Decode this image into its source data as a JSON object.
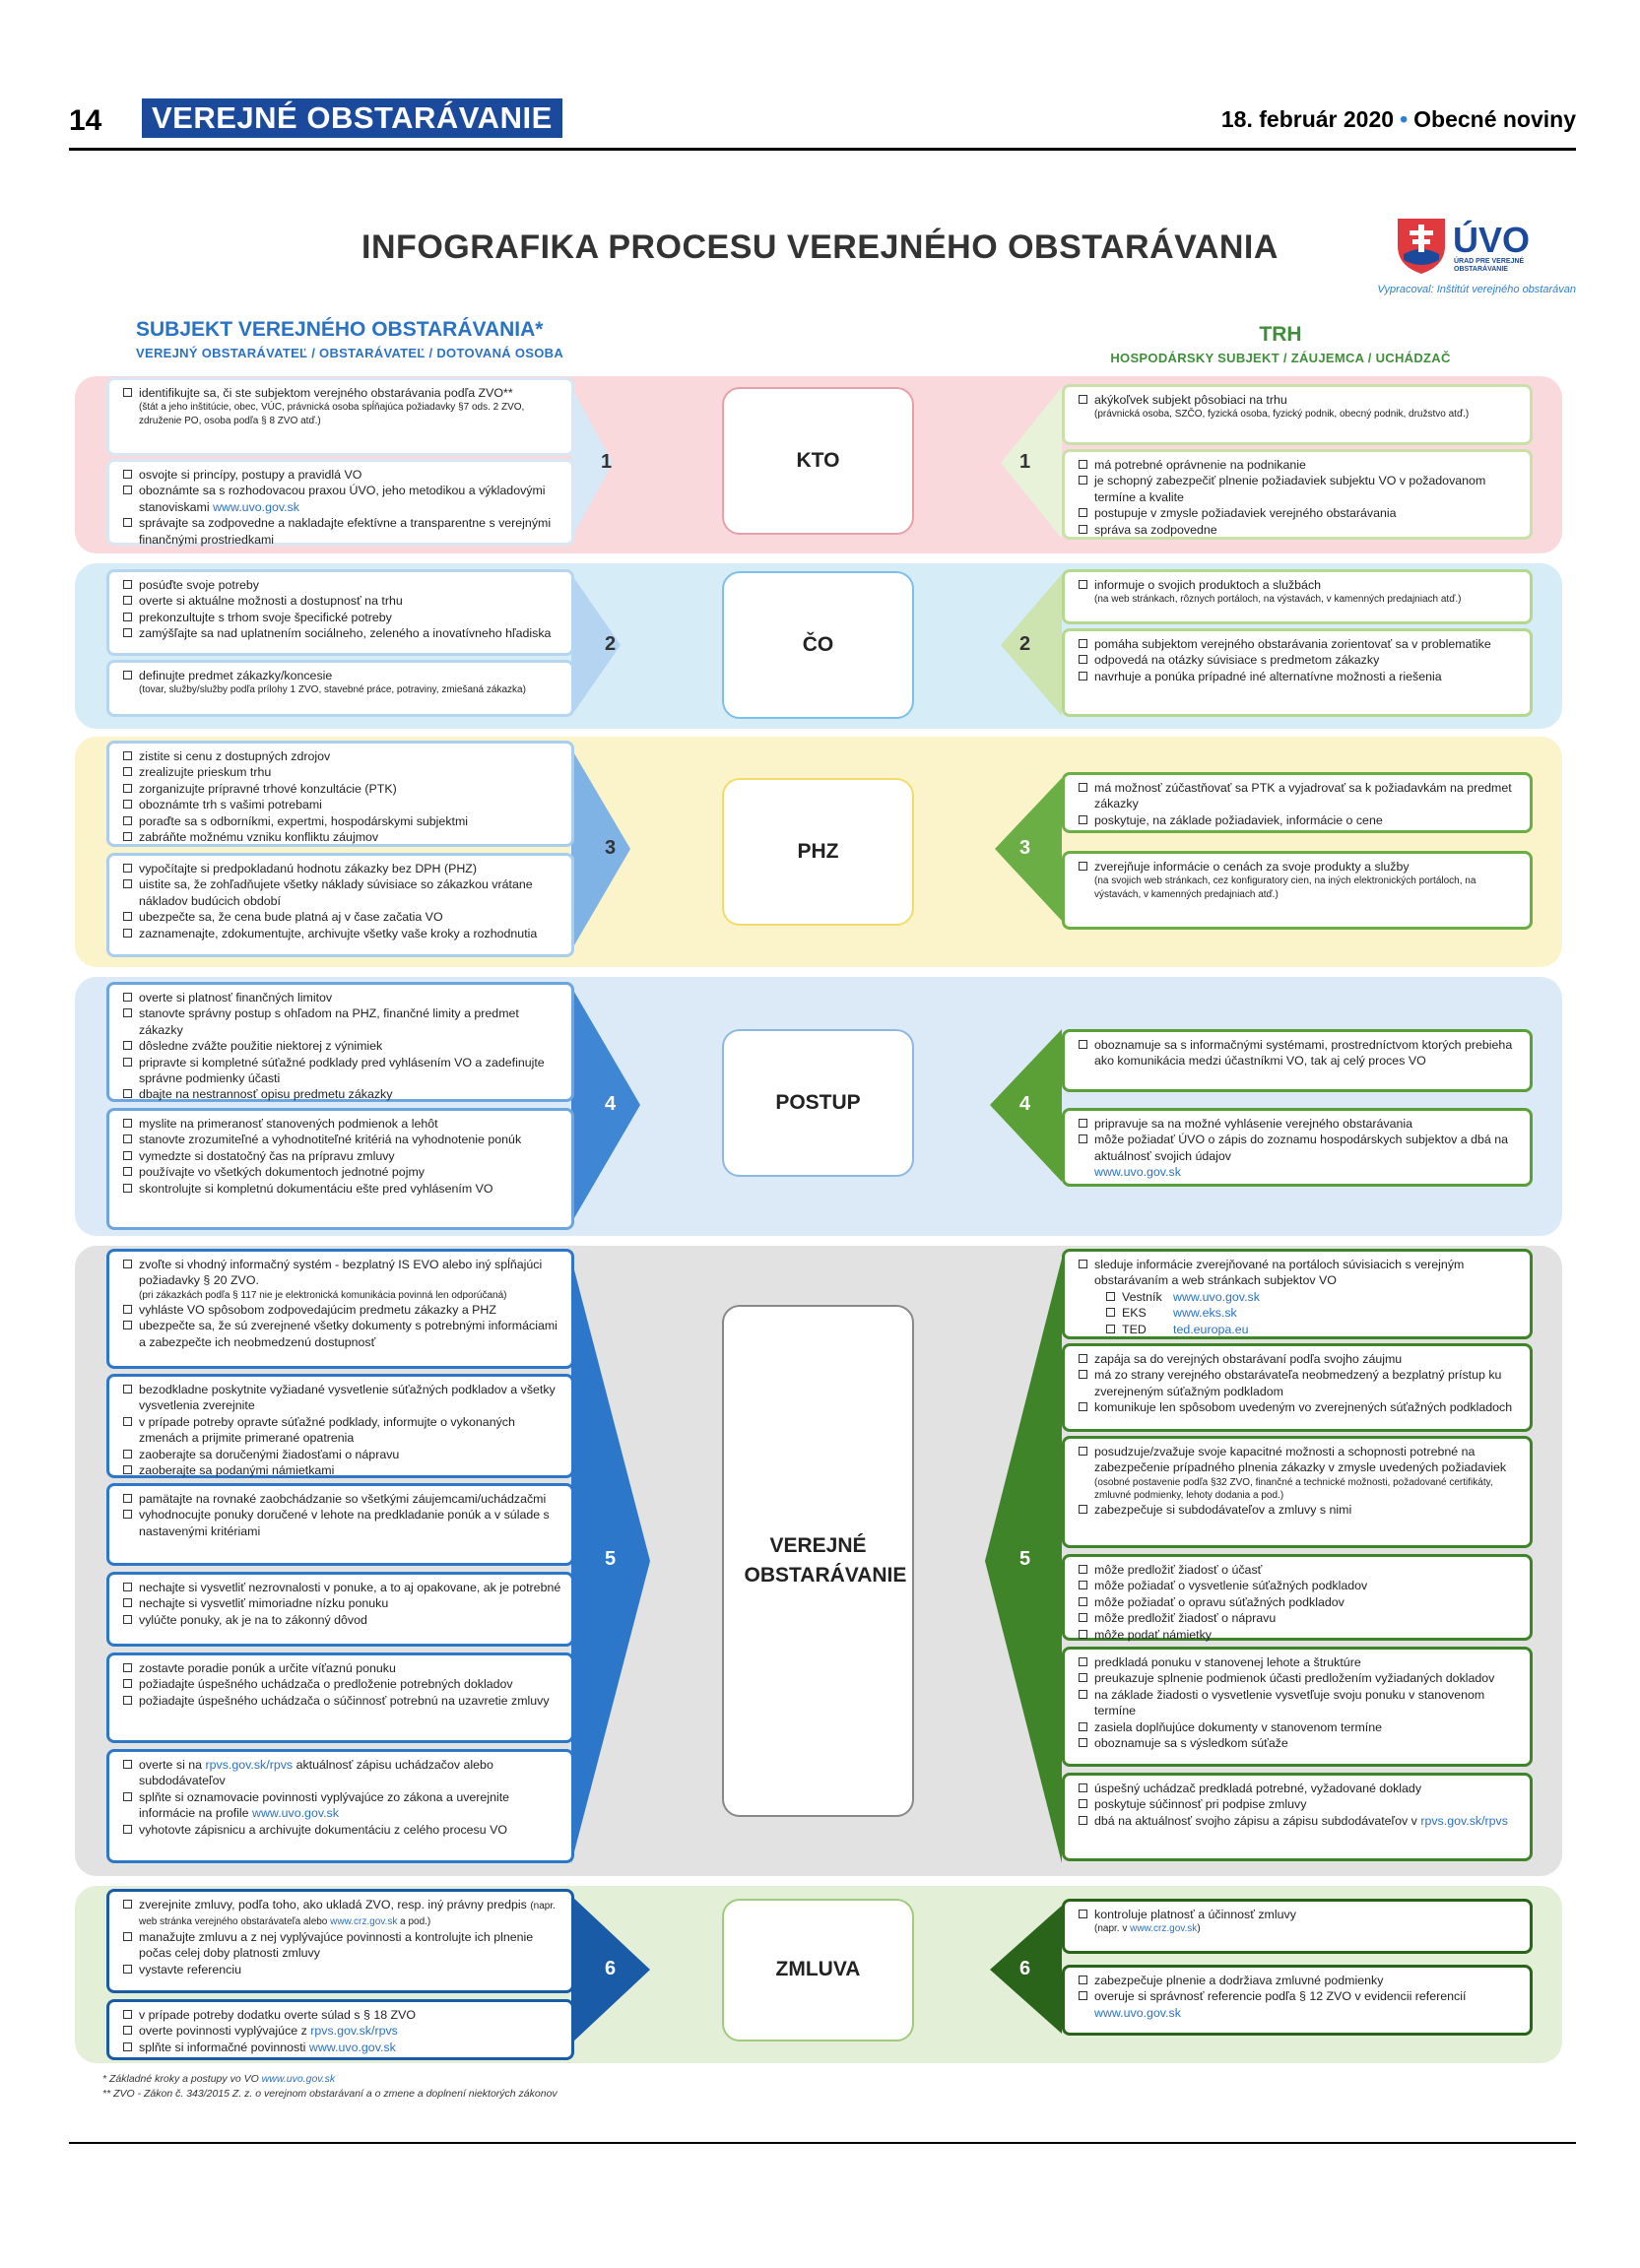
{
  "header": {
    "page_number": "14",
    "section": "VEREJNÉ OBSTARÁVANIE",
    "date": "18. február 2020",
    "newspaper": "Obecné noviny"
  },
  "title": "INFOGRAFIKA PROCESU VEREJNÉHO OBSTARÁVANIA",
  "logo": {
    "name": "ÚVO",
    "line1": "ÚRAD PRE VEREJNÉ",
    "line2": "OBSTARÁVANIE",
    "credit": "Vypracoval: Inštitút verejného obstarávan",
    "colors": {
      "red": "#e03a3e",
      "blue": "#1b4a9c"
    }
  },
  "left_header": {
    "title": "SUBJEKT VEREJNÉHO OBSTARÁVANIA*",
    "subtitle": "VEREJNÝ OBSTARÁVATEĽ / OBSTARÁVATEĽ / DOTOVANÁ OSOBA"
  },
  "right_header": {
    "title": "TRH",
    "subtitle": "HOSPODÁRSKY SUBJEKT / ZÁUJEMCA / UCHÁDZAČ"
  },
  "stages": [
    {
      "number": "1",
      "label": "KTO"
    },
    {
      "number": "2",
      "label": "ČO"
    },
    {
      "number": "3",
      "label": "PHZ"
    },
    {
      "number": "4",
      "label": "POSTUP"
    },
    {
      "number": "5",
      "label": "VEREJNÉ OBSTARÁVANIE"
    },
    {
      "number": "6",
      "label": "ZMLUVA"
    }
  ],
  "left": {
    "s1": {
      "b1": {
        "items": [
          "identifikujte sa, či ste subjektom verejného obstarávania podľa ZVO**"
        ],
        "note": "(štát a jeho inštitúcie, obec, VÚC, právnická osoba spĺňajúca požiadavky §7 ods. 2 ZVO, združenie PO, osoba podľa § 8 ZVO atď.)"
      },
      "b2": {
        "i1": "osvojte si princípy, postupy a pravidlá VO",
        "i2": "oboznámte sa s rozhodovacou praxou ÚVO, jeho metodikou a výkladovými stanoviskami",
        "i2_link": "www.uvo.gov.sk",
        "i3": "správajte sa zodpovedne a nakladajte efektívne a transparentne s verejnými finančnými prostriedkami"
      }
    },
    "s2": {
      "b1": {
        "items": [
          "posúďte svoje potreby",
          "overte si aktuálne možnosti a dostupnosť na trhu",
          "prekonzultujte s trhom svoje špecifické potreby",
          "zamýšľajte sa nad uplatnením sociálneho, zeleného a inovatívneho hľadiska"
        ]
      },
      "b2": {
        "items": [
          "definujte predmet zákazky/koncesie"
        ],
        "note": "(tovar, služby/služby podľa prílohy 1 ZVO, stavebné práce, potraviny, zmiešaná zákazka)"
      }
    },
    "s3": {
      "b1": {
        "items": [
          "zistite si cenu z dostupných zdrojov",
          "zrealizujte prieskum trhu",
          "zorganizujte prípravné trhové konzultácie (PTK)",
          "oboznámte trh s vašimi potrebami",
          "poraďte sa s odborníkmi, expertmi, hospodárskymi subjektmi",
          "zabráňte možnému vzniku konfliktu záujmov"
        ]
      },
      "b2": {
        "items": [
          "vypočítajte si predpokladanú hodnotu zákazky bez DPH (PHZ)",
          "uistite sa, že zohľadňujete všetky náklady súvisiace so zákazkou vrátane nákladov budúcich období",
          "ubezpečte sa, že cena bude platná aj v čase začatia VO",
          "zaznamenajte, zdokumentujte, archivujte všetky vaše kroky a rozhodnutia"
        ]
      }
    },
    "s4": {
      "b1": {
        "items": [
          "overte si platnosť finančných limitov",
          "stanovte správny postup s ohľadom na PHZ, finančné limity a predmet zákazky",
          "dôsledne zvážte použitie niektorej z výnimiek",
          "pripravte si kompletné súťažné podklady pred vyhlásením VO a zadefinujte správne podmienky účasti",
          "dbajte na nestrannosť opisu predmetu zákazky"
        ]
      },
      "b2": {
        "items": [
          "myslite na primeranosť stanovených podmienok a lehôt",
          "stanovte zrozumiteľné a vyhodnotiteľné kritériá na vyhodnotenie ponúk",
          "vymedzte si dostatočný čas na prípravu zmluvy",
          "používajte vo všetkých dokumentoch jednotné pojmy",
          "skontrolujte si kompletnú dokumentáciu ešte pred vyhlásením VO"
        ]
      }
    },
    "s5": {
      "b1": {
        "i1": "zvoľte si vhodný informačný systém - bezplatný IS EVO alebo iný spĺňajúci požiadavky § 20 ZVO.",
        "i1_note": "(pri zákazkách podľa § 117 nie je elektronická komunikácia povinná len odporúčaná)",
        "i2": "vyhláste VO spôsobom zodpovedajúcim predmetu zákazky a PHZ",
        "i3": "ubezpečte sa, že sú zverejnené všetky dokumenty s potrebnými informáciami a zabezpečte ich neobmedzenú dostupnosť"
      },
      "b2": {
        "items": [
          "bezodkladne poskytnite vyžiadané vysvetlenie súťažných podkladov a všetky vysvetlenia zverejnite",
          "v prípade potreby opravte súťažné podklady, informujte o vykonaných zmenách a prijmite primerané opatrenia",
          "zaoberajte sa doručenými žiadosťami o nápravu",
          "zaoberajte sa podanými námietkami"
        ]
      },
      "b3": {
        "items": [
          "pamätajte na rovnaké zaobchádzanie so všetkými záujemcami/uchádzačmi",
          "vyhodnocujte ponuky doručené v lehote na predkladanie ponúk a v súlade s nastavenými kritériami"
        ]
      },
      "b4": {
        "items": [
          "nechajte si vysvetliť nezrovnalosti v ponuke, a to aj opakovane, ak je potrebné",
          "nechajte si vysvetliť mimoriadne nízku ponuku",
          "vylúčte ponuky, ak je na to zákonný dôvod"
        ]
      },
      "b5": {
        "items": [
          "zostavte poradie ponúk a určite víťaznú ponuku",
          "požiadajte úspešného uchádzača o predloženie potrebných dokladov",
          "požiadajte úspešného uchádzača o súčinnosť potrebnú na uzavretie zmluvy"
        ]
      },
      "b6": {
        "i1a": "overte si na",
        "i1_link": "rpvs.gov.sk/rpvs",
        "i1b": "aktuálnosť zápisu uchádzačov alebo subdodávateľov",
        "i2a": "splňte si oznamovacie povinnosti vyplývajúce zo zákona a uverejnite informácie na profile",
        "i2_link": "www.uvo.gov.sk",
        "i3": "vyhotovte zápisnicu a archivujte dokumentáciu z celého procesu VO"
      }
    },
    "s6": {
      "b1": {
        "i1": "zverejnite zmluvy, podľa toho, ako ukladá ZVO, resp. iný právny predpis",
        "i1_note": "(napr. web stránka verejného obstarávateľa alebo",
        "i1_link": "www.crz.gov.sk",
        "i1_note2": "a pod.)",
        "i2": "manažujte zmluvu a z nej vyplývajúce povinnosti a kontrolujte ich plnenie počas celej doby platnosti zmluvy",
        "i3": "vystavte referenciu"
      },
      "b2": {
        "i1": "v prípade potreby dodatku overte súlad s § 18 ZVO",
        "i2a": "overte povinnosti vyplývajúce z",
        "i2_link": "rpvs.gov.sk/rpvs",
        "i3a": "splňte si informačné povinnosti",
        "i3_link": "www.uvo.gov.sk"
      }
    }
  },
  "right": {
    "s1": {
      "b1": {
        "items": [
          "akýkoľvek subjekt pôsobiaci na trhu"
        ],
        "note": "(právnická osoba, SZČO, fyzická osoba, fyzický podnik, obecný podnik, družstvo atď.)"
      },
      "b2": {
        "items": [
          "má potrebné oprávnenie na podnikanie",
          "je schopný zabezpečiť plnenie požiadaviek subjektu VO v požadovanom termíne a kvalite",
          "postupuje v zmysle požiadaviek verejného obstarávania",
          "správa sa zodpovedne"
        ]
      }
    },
    "s2": {
      "b1": {
        "items": [
          "informuje o svojich produktoch a službách"
        ],
        "note": "(na web stránkach, rôznych portáloch, na výstavách, v kamenných predajniach atď.)"
      },
      "b2": {
        "items": [
          "pomáha subjektom verejného obstarávania zorientovať sa v problematike",
          "odpovedá na otázky súvisiace s predmetom zákazky",
          "navrhuje a ponúka prípadné iné alternatívne možnosti a riešenia"
        ]
      }
    },
    "s3": {
      "b1": {
        "items": [
          "má možnosť zúčastňovať sa PTK a vyjadrovať sa k požiadavkám na predmet zákazky",
          "poskytuje, na základe požiadaviek, informácie o cene"
        ]
      },
      "b2": {
        "items": [
          "zverejňuje informácie o cenách za svoje produkty a služby"
        ],
        "note": "(na svojich web stránkach, cez konfiguratory cien, na iných elektronických portáloch, na výstavách, v kamenných predajniach atď.)"
      }
    },
    "s4": {
      "b1": {
        "items": [
          "oboznamuje sa s informačnými systémami, prostredníctvom ktorých prebieha ako komunikácia medzi účastníkmi VO, tak aj celý proces VO"
        ]
      },
      "b2": {
        "i1": "pripravuje sa na možné vyhlásenie verejného obstarávania",
        "i2": "môže požiadať ÚVO o zápis do zoznamu hospodárskych subjektov a dbá na aktuálnosť svojich údajov",
        "i2_link": "www.uvo.gov.sk"
      }
    },
    "s5": {
      "b1": {
        "i1": "sleduje informácie zverejňované na portáloch súvisiacich s verejným obstarávaním a web stránkach subjektov VO",
        "links": [
          {
            "label": "Vestník",
            "url": "www.uvo.gov.sk"
          },
          {
            "label": "EKS",
            "url": "www.eks.sk"
          },
          {
            "label": "TED",
            "url": "ted.europa.eu"
          }
        ]
      },
      "b2": {
        "items": [
          "zapája sa do verejných obstarávaní podľa svojho záujmu",
          "má zo strany verejného obstarávateľa neobmedzený a bezplatný prístup ku zverejneným súťažným podkladom",
          "komunikuje len spôsobom uvedeným vo zverejnených súťažných podkladoch"
        ]
      },
      "b3": {
        "i1": "posudzuje/zvažuje svoje kapacitné možnosti a schopnosti potrebné na zabezpečenie prípadného plnenia zákazky v zmysle uvedených požiadaviek",
        "i1_note": "(osobné postavenie podľa §32 ZVO, finančné a technické možnosti, požadované certifikáty, zmluvné podmienky, lehoty dodania a pod.)",
        "i2": "zabezpečuje si subdodávateľov a zmluvy s nimi"
      },
      "b4": {
        "items": [
          "môže predložiť žiadosť o účasť",
          "môže požiadať o vysvetlenie súťažných podkladov",
          "môže požiadať o opravu súťažných podkladov",
          "môže predložiť žiadosť o nápravu",
          "môže podať námietky"
        ]
      },
      "b5": {
        "items": [
          "predkladá ponuku v stanovenej lehote a štruktúre",
          "preukazuje splnenie podmienok účasti predložením vyžiadaných dokladov",
          "na základe žiadosti o vysvetlenie vysvetľuje svoju ponuku v stanovenom termíne",
          "zasiela doplňujúce dokumenty v stanovenom termíne",
          "oboznamuje sa s výsledkom súťaže"
        ]
      },
      "b6": {
        "i1": "úspešný uchádzač predkladá potrebné, vyžadované doklady",
        "i2": "poskytuje súčinnosť pri podpise zmluvy",
        "i3": "dbá na aktuálnosť svojho zápisu a zápisu subdodávateľov v",
        "i3_link": "rpvs.gov.sk/rpvs"
      }
    },
    "s6": {
      "b1": {
        "i1": "kontroluje platnosť a účinnosť zmluvy",
        "i1_note": "(napr. v",
        "i1_link": "www.crz.gov.sk",
        "i1_note2": ")"
      },
      "b2": {
        "i1": "zabezpečuje plnenie a dodržiava zmluvné podmienky",
        "i2": "overuje si správnosť referencie podľa § 12 ZVO v evidencii referencií",
        "i2_link": "www.uvo.gov.sk"
      }
    }
  },
  "footnotes": {
    "f1a": "* Základné kroky a postupy vo VO",
    "f1_link": "www.uvo.gov.sk",
    "f2": "** ZVO - Zákon č. 343/2015 Z. z. o verejnom obstarávaní a o zmene a doplnení niektorých zákonov"
  },
  "colors": {
    "band1": "#f9d9dc",
    "band2": "#d6ecf7",
    "band3": "#fbf3c9",
    "band4": "#dceaf7",
    "band5": "#e2e2e2",
    "band6": "#e3efd7",
    "left_blue_light": "#a9cdef",
    "left_blue_mid": "#4f8fd6",
    "left_blue_dark": "#1f63b5",
    "right_green_light": "#b5d88f",
    "right_green_mid": "#5fa53b",
    "right_green_dark": "#2d6b1e"
  }
}
